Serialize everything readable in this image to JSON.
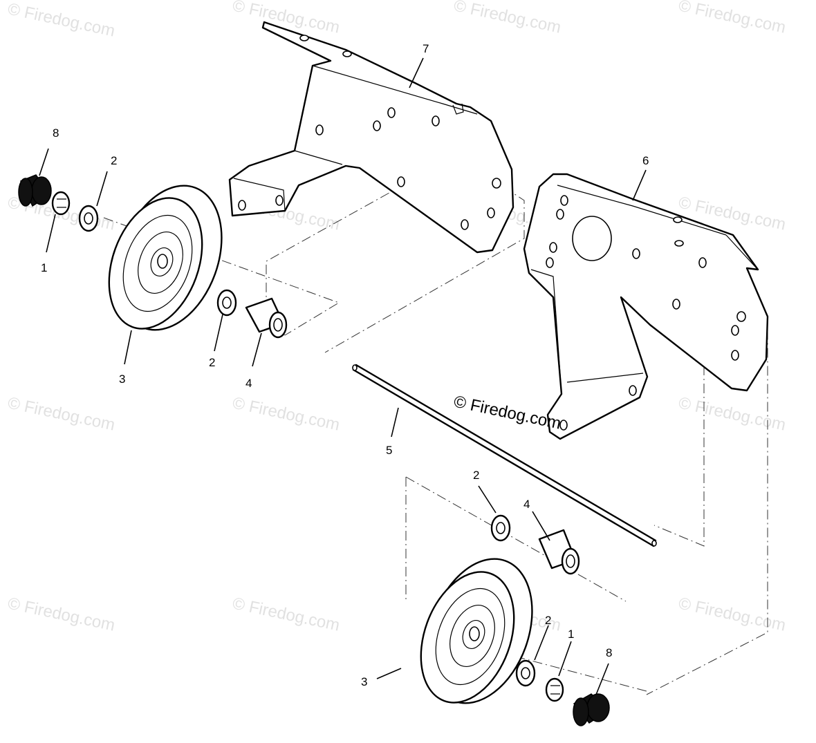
{
  "watermark_text": "© Firedog.com",
  "copyright_text": "© Firedog.com",
  "callouts": [
    {
      "id": "c-8a",
      "text": "8"
    },
    {
      "id": "c-2a",
      "text": "2"
    },
    {
      "id": "c-1a",
      "text": "1"
    },
    {
      "id": "c-3a",
      "text": "3"
    },
    {
      "id": "c-2b",
      "text": "2"
    },
    {
      "id": "c-4a",
      "text": "4"
    },
    {
      "id": "c-7",
      "text": "7"
    },
    {
      "id": "c-6",
      "text": "6"
    },
    {
      "id": "c-5",
      "text": "5"
    },
    {
      "id": "c-2c",
      "text": "2"
    },
    {
      "id": "c-4b",
      "text": "4"
    },
    {
      "id": "c-2d",
      "text": "2"
    },
    {
      "id": "c-1b",
      "text": "1"
    },
    {
      "id": "c-3b",
      "text": "3"
    },
    {
      "id": "c-8b",
      "text": "8"
    }
  ]
}
